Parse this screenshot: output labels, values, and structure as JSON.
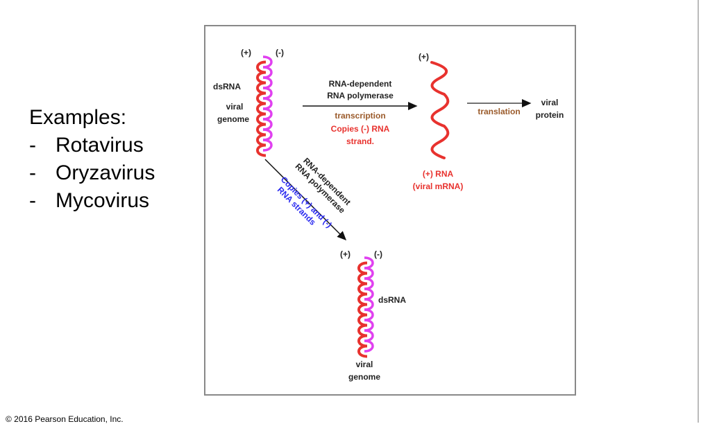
{
  "slide": {
    "heading": "Examples:",
    "items": [
      "Rotavirus",
      "Oryzavirus",
      "Mycovirus"
    ],
    "bullet": "-",
    "copyright": "© 2016 Pearson Education, Inc."
  },
  "diagram": {
    "top_helix": {
      "plus": "(+)",
      "minus": "(-)",
      "label1": "dsRNA",
      "label2a": "viral",
      "label2b": "genome"
    },
    "transcription_arrow": {
      "line1": "RNA-dependent",
      "line2": "RNA polymerase",
      "process": "transcription",
      "note1": "Copies (-) RNA",
      "note2": "strand."
    },
    "mrna": {
      "plus": "(+)",
      "label1": "(+) RNA",
      "label2": "(viral mRNA)"
    },
    "translation_arrow": {
      "process": "translation",
      "product1": "viral",
      "product2": "protein"
    },
    "replication_arrow": {
      "line1": "RNA-dependent",
      "line2": "RNA polymerase",
      "note1": "Copies (+) and (-)",
      "note2": "RNA  strands"
    },
    "bottom_helix": {
      "plus": "(+)",
      "minus": "(-)",
      "label1": "dsRNA",
      "label2a": "viral",
      "label2b": "genome"
    },
    "colors": {
      "red": "#e8322e",
      "magenta": "#e040f0",
      "brown": "#9a5a2a",
      "blue": "#2a2af0",
      "text": "#222222"
    }
  }
}
